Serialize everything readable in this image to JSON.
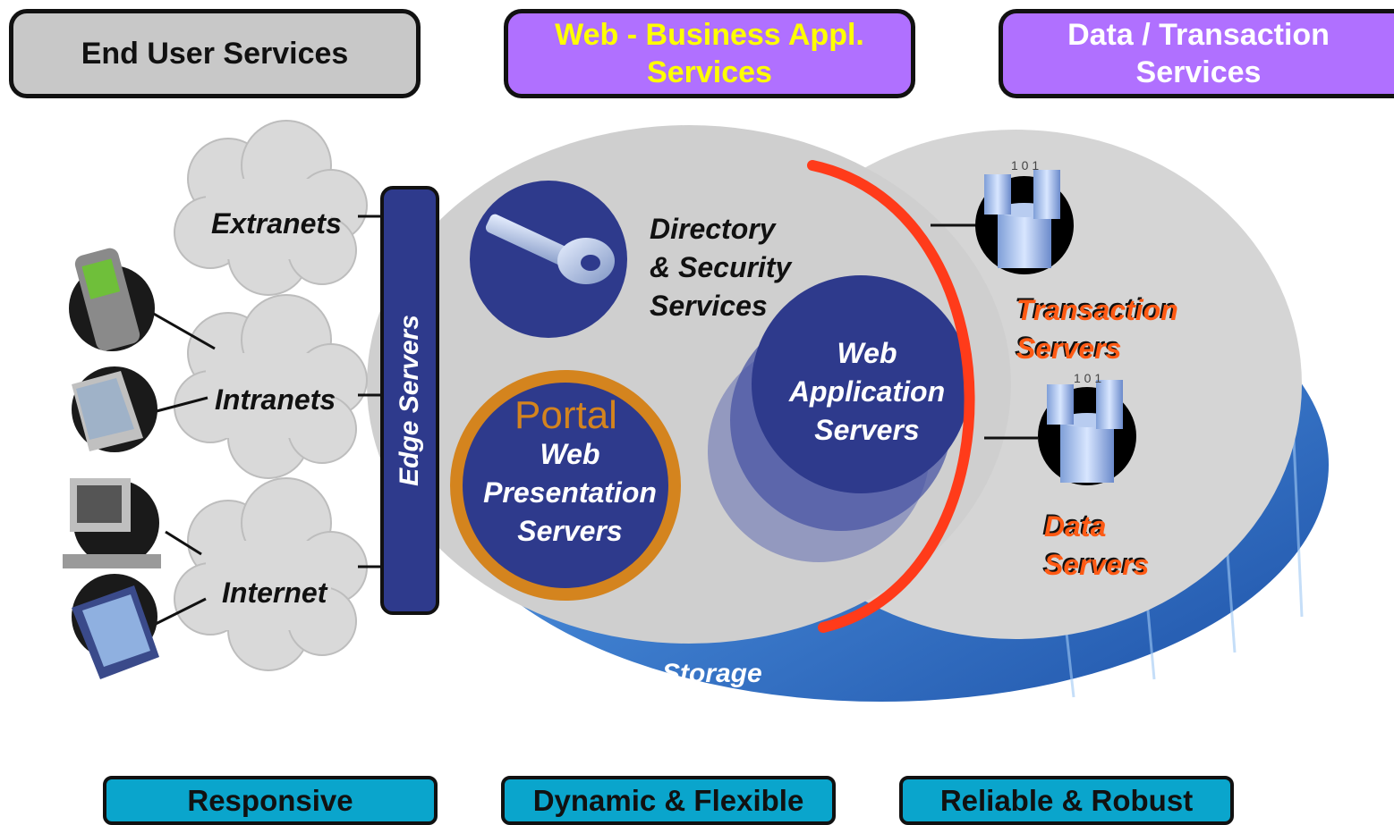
{
  "headers": {
    "end_user": "End User Services",
    "web_business": "Web - Business Appl. Services",
    "data_transaction": "Data / Transaction Services"
  },
  "networks": {
    "extranets": "Extranets",
    "intranets": "Intranets",
    "internet": "Internet"
  },
  "edge_servers": "Edge Servers",
  "directory_security": {
    "line1": "Directory",
    "line2": "& Security",
    "line3": "Services"
  },
  "portal": {
    "title": "Portal",
    "line1": "Web",
    "line2": "Presentation",
    "line3": "Servers"
  },
  "web_app_servers": {
    "line1": "Web",
    "line2": "Application",
    "line3": "Servers"
  },
  "transaction_servers": {
    "line1": "Transaction",
    "line2": "Servers"
  },
  "data_servers": {
    "line1": "Data",
    "line2": "Servers"
  },
  "storage": "Storage",
  "footers": {
    "responsive": "Responsive",
    "dynamic": "Dynamic & Flexible",
    "reliable": "Reliable & Robust"
  },
  "colors": {
    "header_gray": "#c8c8c8",
    "header_purple": "#b070ff",
    "yellow_text": "#ffff00",
    "navy": "#2e3a8c",
    "portal_ring": "#d4841e",
    "red_arc": "#ff3b1a",
    "footer_blue": "#0aa5cc",
    "orange_text": "#ff5a14"
  }
}
